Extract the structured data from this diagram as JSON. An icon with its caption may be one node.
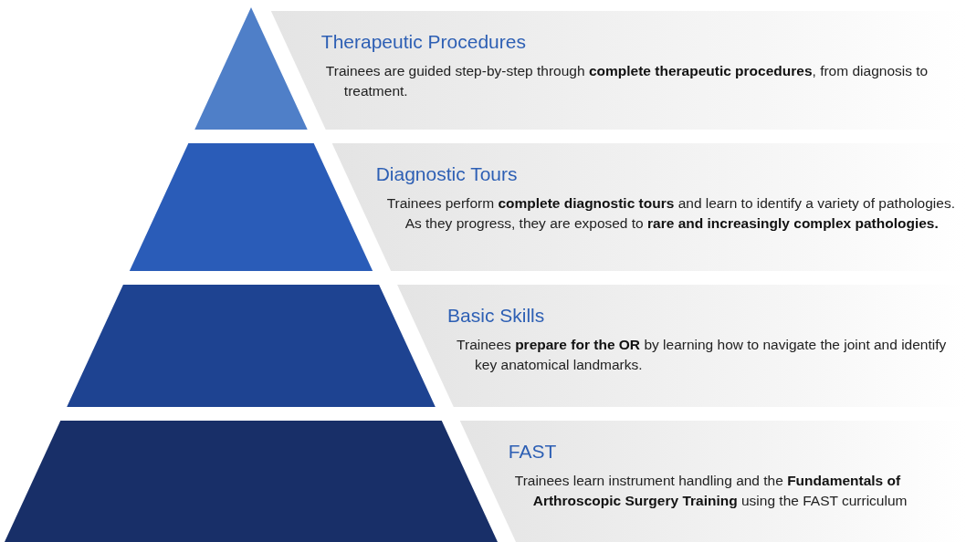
{
  "diagram": {
    "nodes": [
      {
        "text": [
          "Therapeutic Procedures",
          "Trainees are guided step-by-step through **complete therapeutic procedures**, from diagnosis to treatment."
        ]
      },
      {
        "text": [
          "Diagnostic Tours",
          "Trainees perform **complete diagnostic tours** and learn to identify a variety of pathologies. As they progress, they are exposed to **rare and increasingly complex pathologies.**"
        ]
      },
      {
        "text": [
          "Basic Skills",
          "Trainees **prepare for the OR** by learning how to navigate the joint and identify key anatomical landmarks."
        ]
      },
      {
        "text": [
          "FAST",
          "Trainees learn instrument handling and the **Fundamentals of Arthroscopic Surgery Training** using the FAST curriculum"
        ]
      }
    ],
    "edges": []
  }
}
